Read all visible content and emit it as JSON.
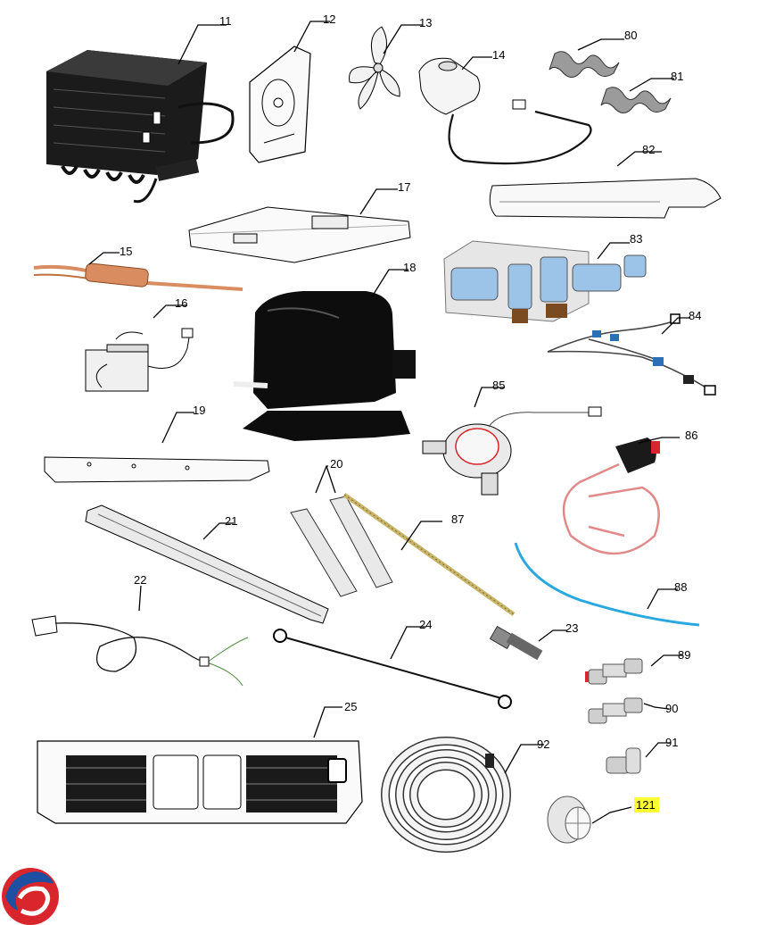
{
  "diagram": {
    "part_labels": {
      "p11": "11",
      "p12": "12",
      "p13": "13",
      "p14": "14",
      "p15": "15",
      "p16": "16",
      "p17": "17",
      "p18": "18",
      "p19": "19",
      "p20": "20",
      "p21": "21",
      "p22": "22",
      "p23": "23",
      "p24": "24",
      "p25": "25",
      "p80": "80",
      "p81": "81",
      "p82": "82",
      "p83": "83",
      "p84": "84",
      "p85": "85",
      "p86": "86",
      "p87": "87",
      "p88": "88",
      "p89": "89",
      "p90": "90",
      "p91": "91",
      "p92": "92",
      "p121": "121"
    },
    "colors": {
      "highlight": "#ffff33",
      "tubing_blue": "#29a8e0",
      "valve_blue": "#9cc3e8",
      "copper": "#d98c5f",
      "logo_red": "#d9262c",
      "logo_blue": "#1d4fa3"
    }
  }
}
